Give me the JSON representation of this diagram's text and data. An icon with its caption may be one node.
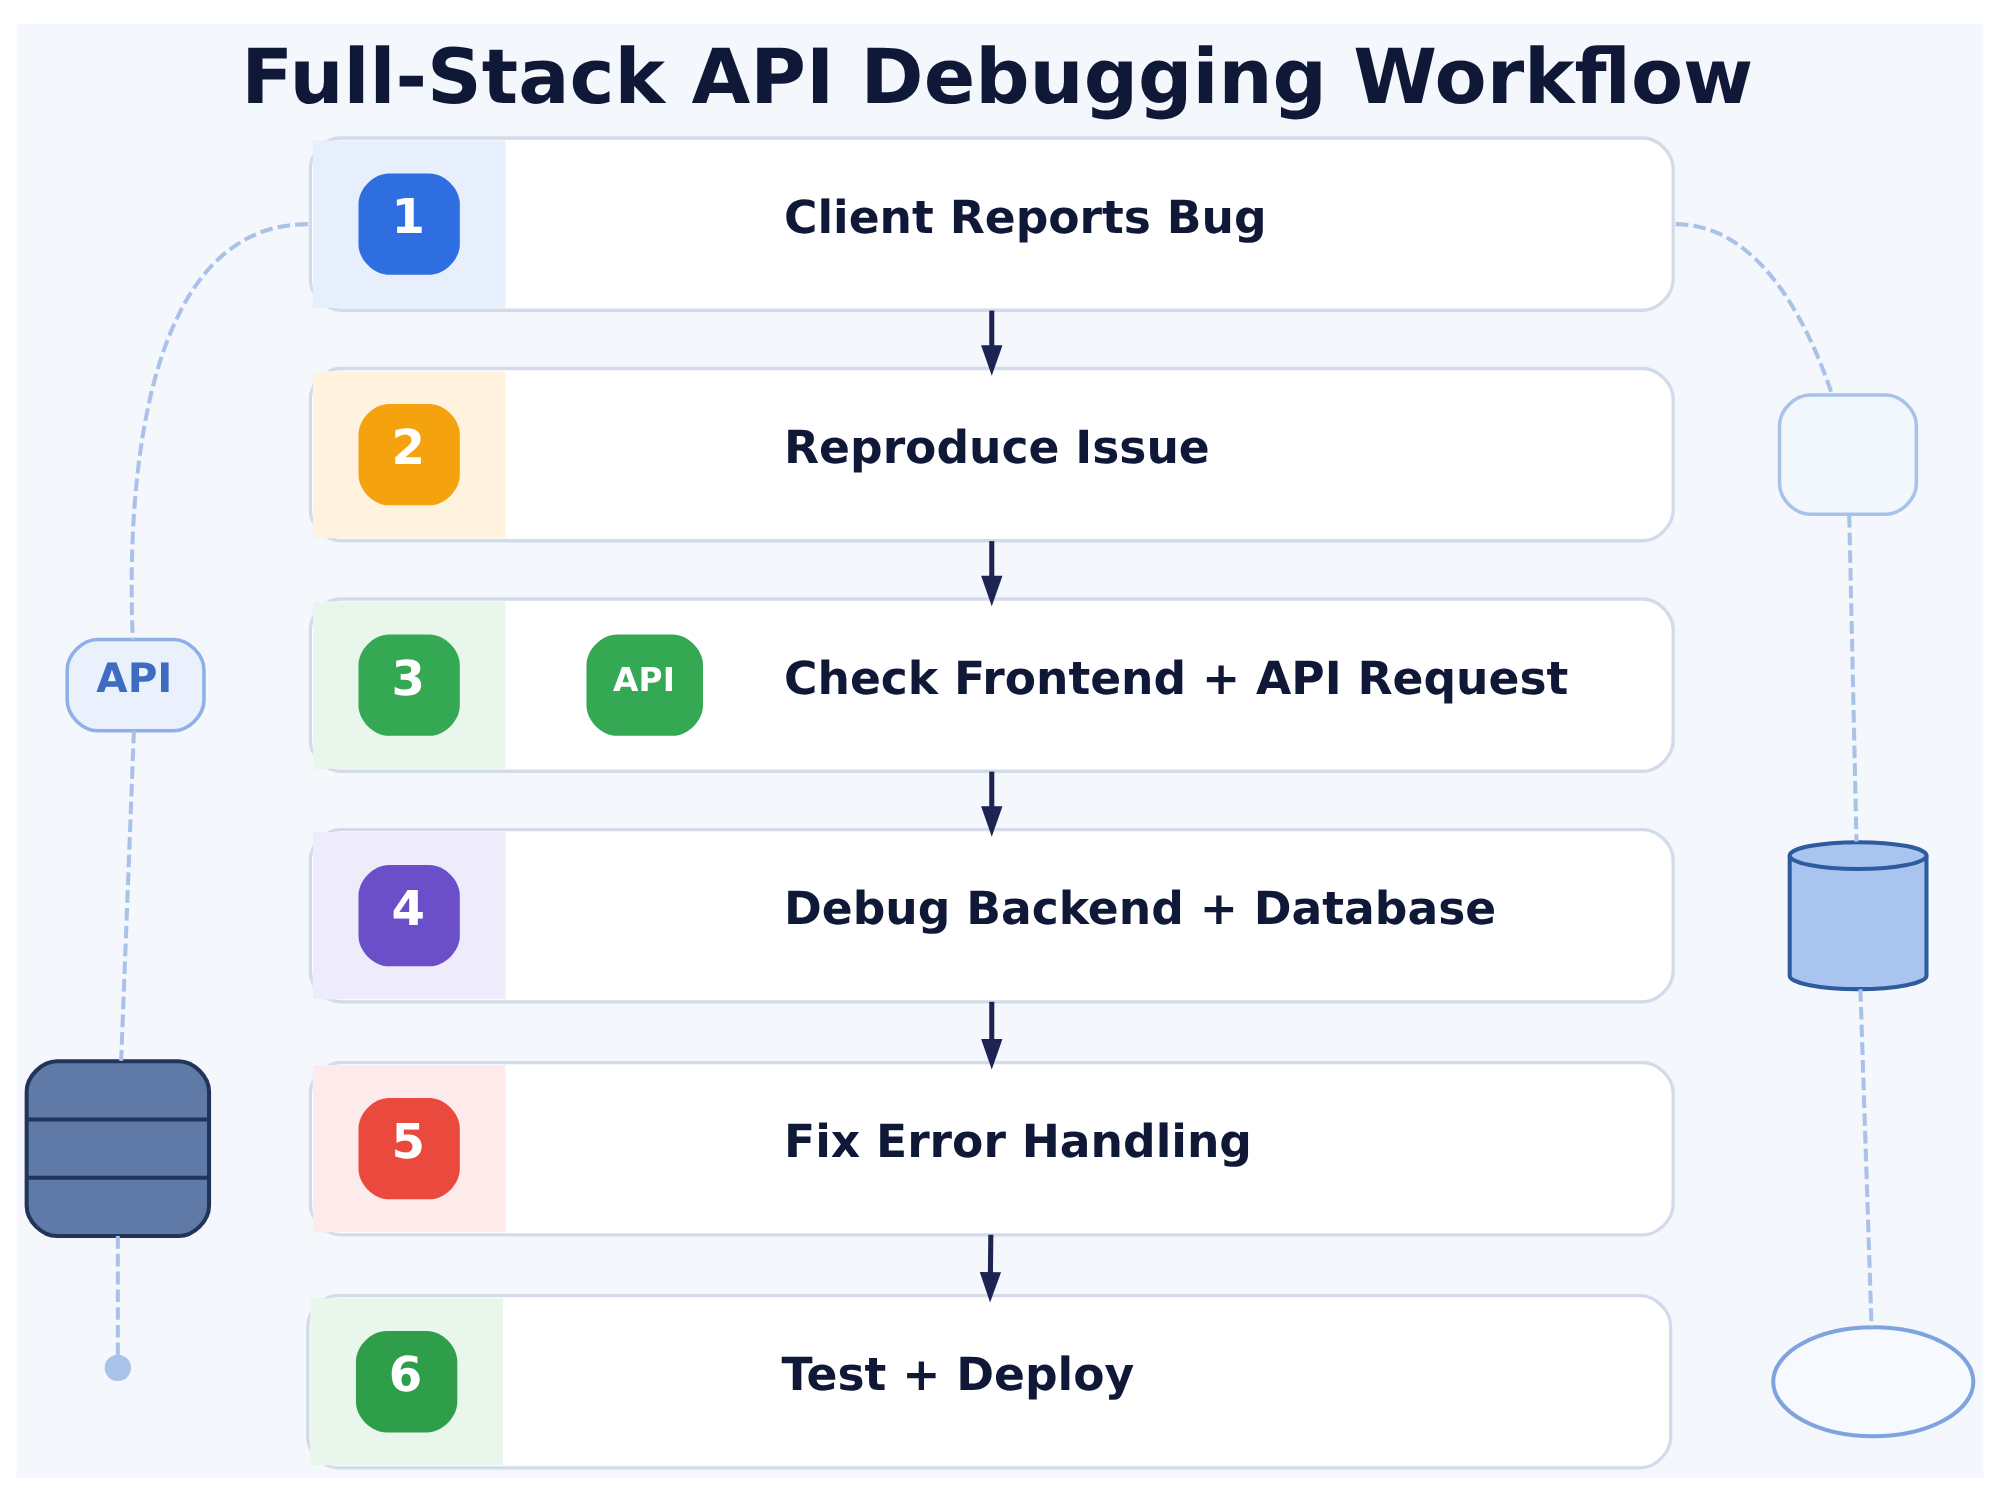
{
  "diagram": {
    "title": "Full-Stack API Debugging Workflow",
    "nodes": [
      {
        "text": [
          "1",
          "Client Reports Bug"
        ]
      },
      {
        "text": [
          "2",
          "Reproduce Issue"
        ]
      },
      {
        "text": [
          "3",
          "API",
          "Check Frontend + API Request"
        ]
      },
      {
        "text": [
          "4",
          "Debug Backend + Database"
        ]
      },
      {
        "text": [
          "5",
          "Fix Error Handling"
        ]
      },
      {
        "text": [
          "6",
          "Test + Deploy"
        ]
      },
      {
        "text": [
          "API"
        ]
      },
      {
        "text": [],
        "shape": "picture"
      },
      {
        "text": [],
        "shape": "box"
      },
      {
        "text": [],
        "shape": "cylinder"
      },
      {
        "text": [],
        "shape": "cloud"
      }
    ],
    "edges": [
      {
        "from": 0,
        "to": 6,
        "arrow": "none",
        "style": "dashed"
      },
      {
        "from": 6,
        "to": 7,
        "arrow": "none",
        "style": "dashed"
      },
      {
        "from": 7,
        "to": null,
        "arrow": "other",
        "style": "dashed"
      },
      {
        "from": 0,
        "to": 1,
        "arrow": "to",
        "color": "#1b2452"
      },
      {
        "from": 1,
        "to": 2,
        "arrow": "to",
        "color": "#1b2452"
      },
      {
        "from": 2,
        "to": 3,
        "arrow": "to",
        "color": "#1b2452"
      },
      {
        "from": 3,
        "to": 4,
        "arrow": "to",
        "color": "#1b2452"
      },
      {
        "from": 4,
        "to": 5,
        "arrow": "to",
        "color": "#1b2452"
      },
      {
        "from": 0,
        "to": 8,
        "arrow": "none",
        "style": "dashed"
      },
      {
        "from": 8,
        "to": 9,
        "arrow": "none",
        "style": "dashed"
      },
      {
        "from": 9,
        "to": 10,
        "arrow": "none",
        "style": "dashed"
      }
    ]
  }
}
